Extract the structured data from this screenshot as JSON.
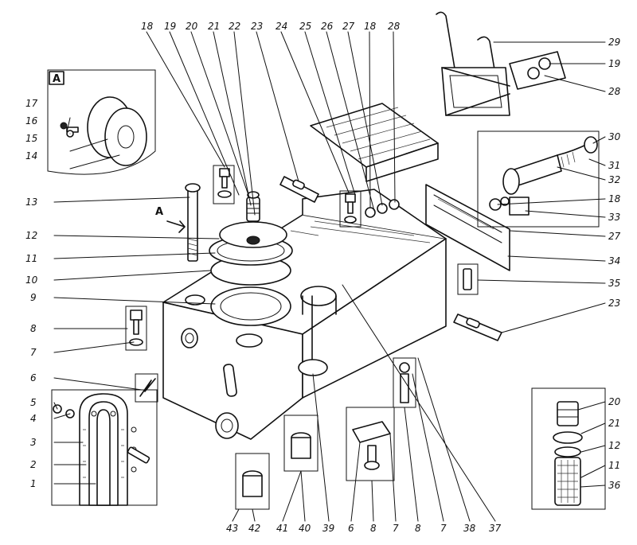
{
  "diagram": {
    "inset_letter": "A",
    "arrow_letter": "A",
    "callouts_top": [
      "18",
      "19",
      "20",
      "21",
      "22",
      "23",
      "24",
      "25",
      "26",
      "27",
      "18",
      "28"
    ],
    "callouts_right": [
      "29",
      "19",
      "28",
      "30",
      "31",
      "32",
      "18",
      "33",
      "27",
      "34",
      "35",
      "23",
      "20",
      "21",
      "12",
      "11",
      "36"
    ],
    "callouts_left": [
      "17",
      "16",
      "15",
      "14",
      "13",
      "12",
      "11",
      "10",
      "9",
      "8",
      "7",
      "6",
      "5",
      "4",
      "3",
      "2",
      "1"
    ],
    "callouts_bottom": [
      "43",
      "42",
      "41",
      "40",
      "39",
      "6",
      "8",
      "7",
      "8",
      "7",
      "38",
      "37"
    ]
  }
}
